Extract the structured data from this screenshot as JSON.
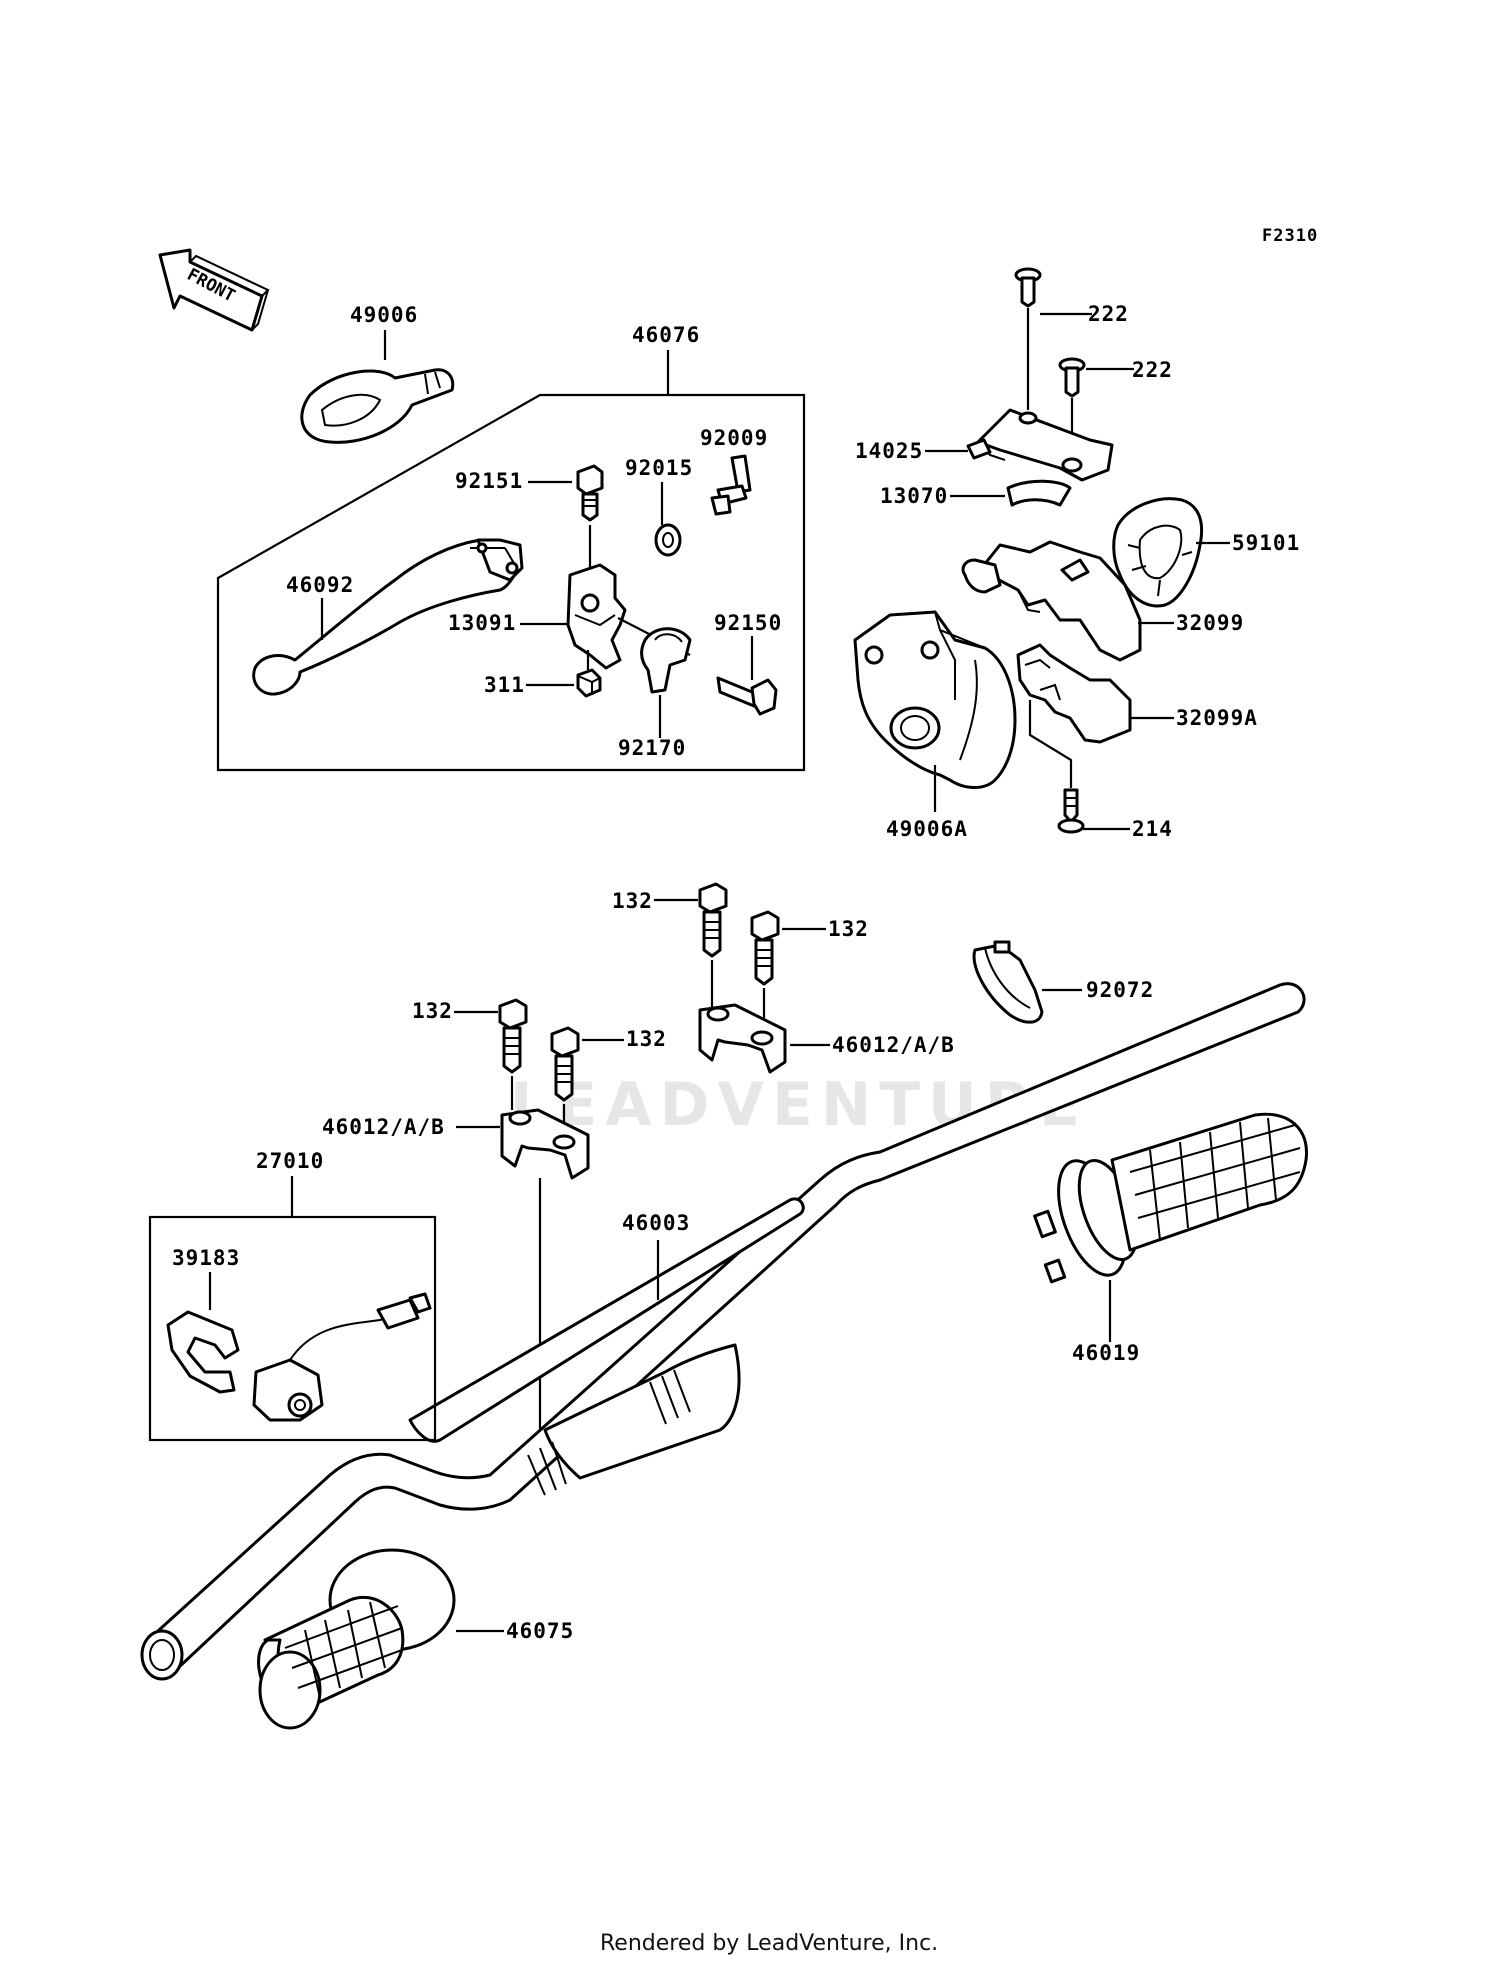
{
  "figure_code": "F2310",
  "front_marker": "FRONT",
  "watermark": "LEADVENTURE",
  "credit": "Rendered by LeadVenture, Inc.",
  "labels": {
    "p49006": "49006",
    "p46076": "46076",
    "p92009": "92009",
    "p92151": "92151",
    "p92015": "92015",
    "p46092": "46092",
    "p13091": "13091",
    "p92150": "92150",
    "p311": "311",
    "p92170": "92170",
    "p222a": "222",
    "p222b": "222",
    "p14025": "14025",
    "p13070": "13070",
    "p59101": "59101",
    "p32099": "32099",
    "p32099A": "32099A",
    "p49006A": "49006A",
    "p214": "214",
    "p132a": "132",
    "p132b": "132",
    "p92072": "92072",
    "p132c": "132",
    "p132d": "132",
    "p46012a": "46012/A/B",
    "p46012b": "46012/A/B",
    "p27010": "27010",
    "p39183": "39183",
    "p46003": "46003",
    "p46019": "46019",
    "p46075": "46075"
  }
}
